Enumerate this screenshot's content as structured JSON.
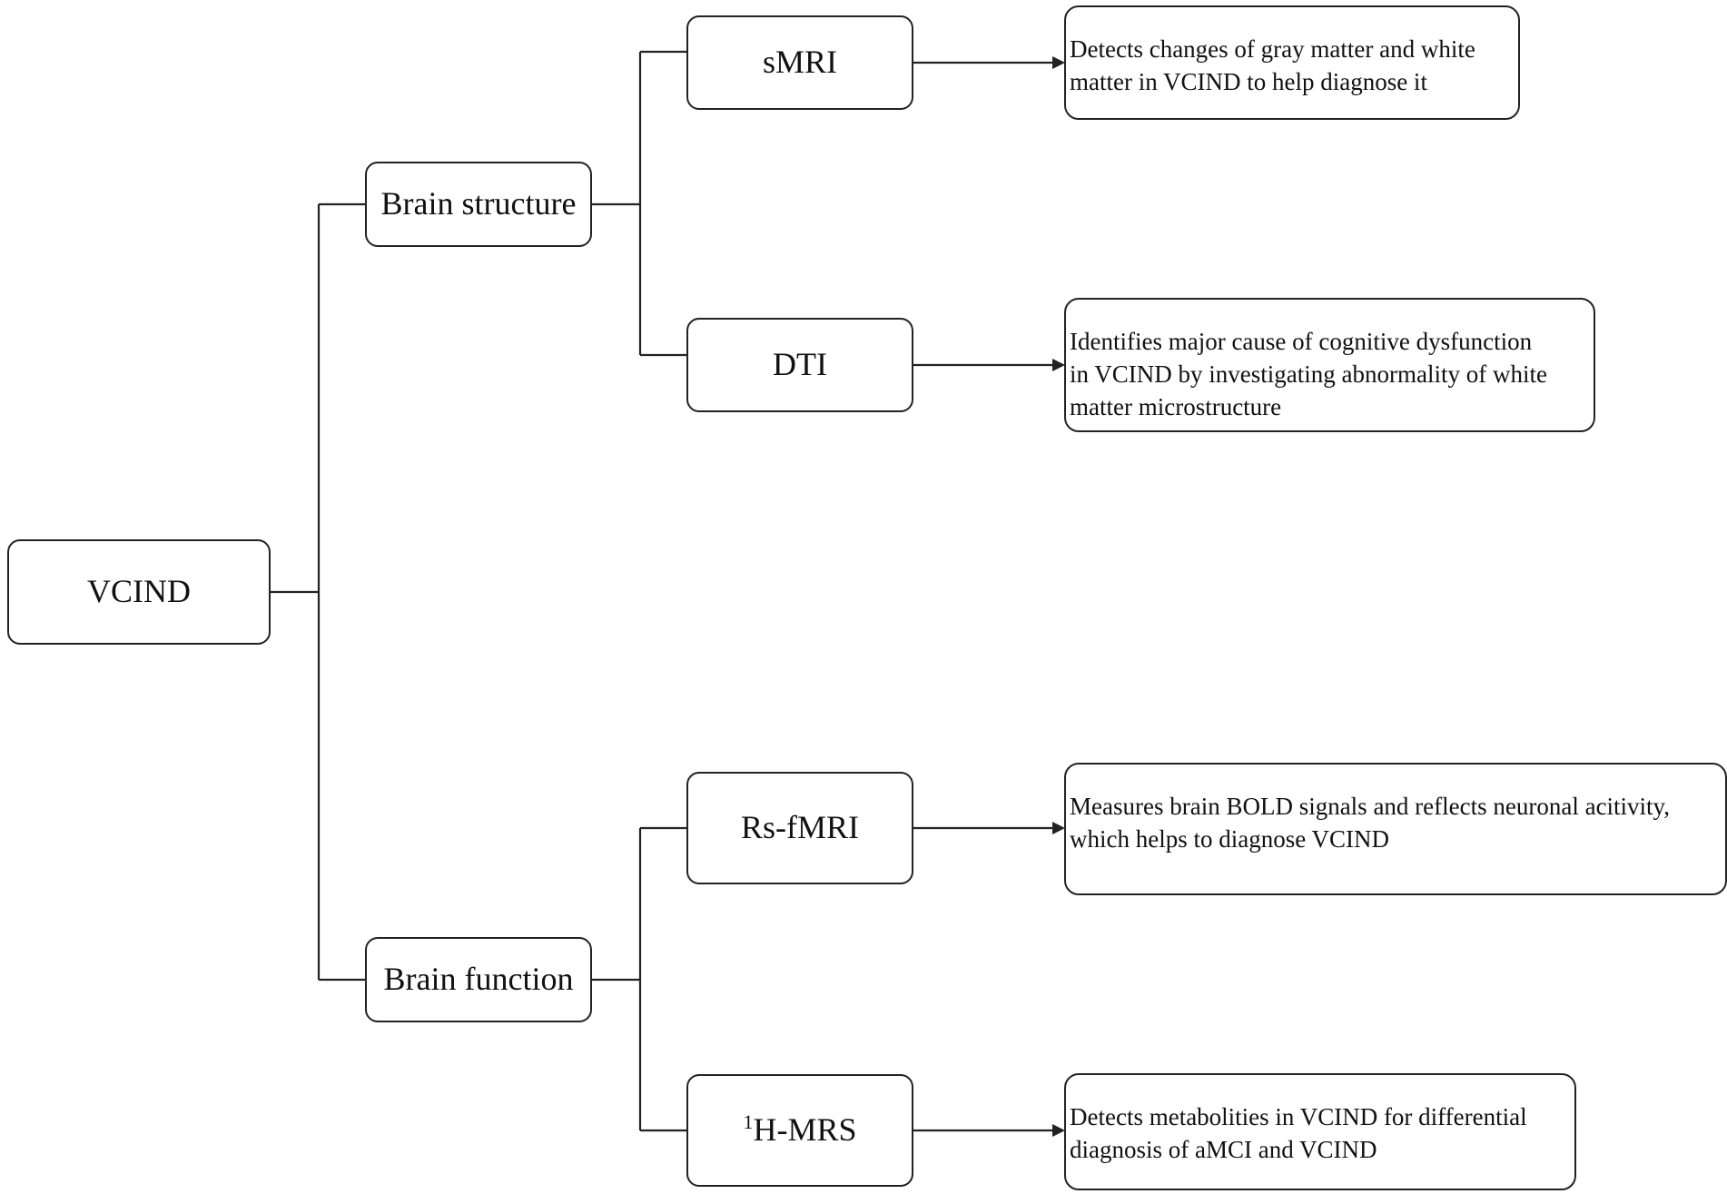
{
  "nodes": {
    "root": "VCIND",
    "structure": "Brain structure",
    "function": "Brain function",
    "smri": "sMRI",
    "dti": "DTI",
    "rsfmri": "Rs-fMRI",
    "hmrs_sup": "1",
    "hmrs": "H-MRS"
  },
  "descriptions": {
    "smri": [
      "Detects changes of gray matter and white",
      "matter in VCIND to help diagnose it"
    ],
    "dti": [
      "Identifies major cause of cognitive dysfunction",
      "in VCIND by investigating abnormality of white",
      "matter microstructure"
    ],
    "rsfmri": [
      "Measures brain BOLD signals and reflects neuronal acitivity,",
      "which helps to diagnose VCIND"
    ],
    "hmrs": [
      "Detects metabolities in VCIND  for differential",
      "diagnosis of aMCI and VCIND"
    ]
  },
  "colors": {
    "line": "#222222",
    "box_border": "#222222"
  }
}
